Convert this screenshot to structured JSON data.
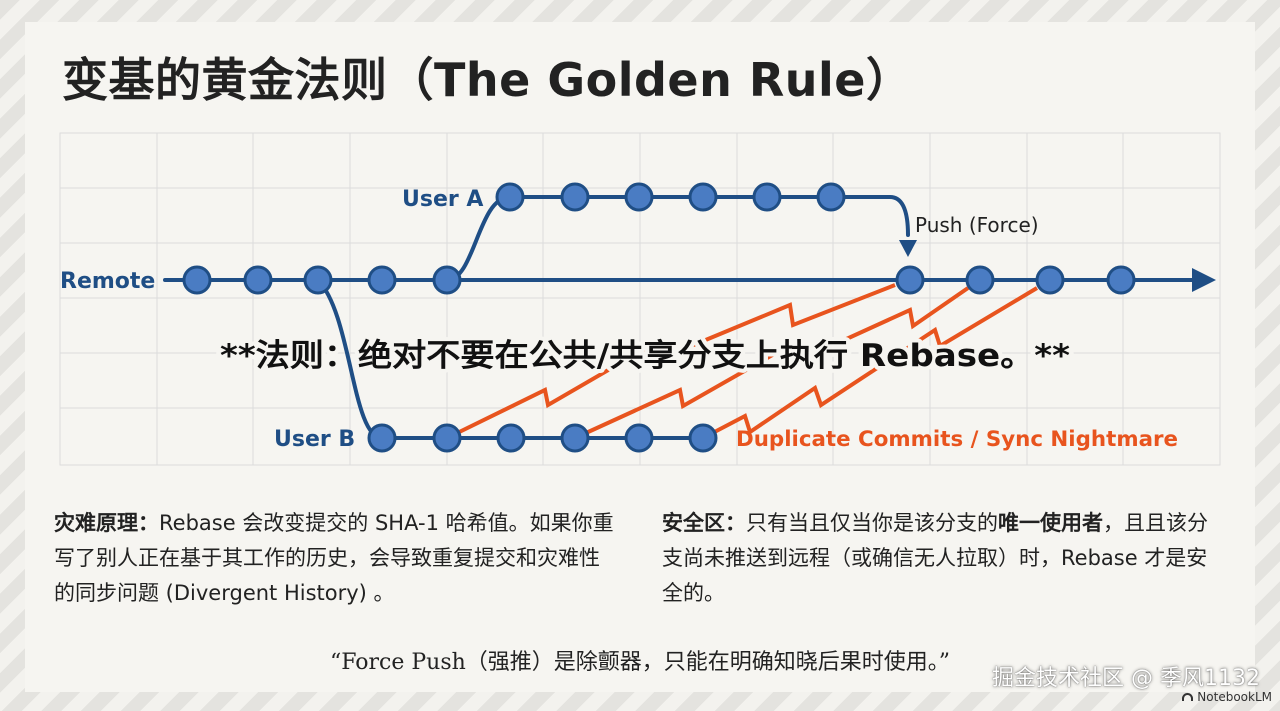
{
  "title": "变基的黄金法则（The Golden Rule）",
  "diagram": {
    "labels": {
      "remote": "Remote",
      "user_a": "User A",
      "user_b": "User B",
      "push_force": "Push (Force)",
      "rule": "**法则：绝对不要在公共/共享分支上执行 Rebase。**",
      "duplicate": "Duplicate Commits / Sync Nightmare"
    },
    "colors": {
      "branch": "#1f4e85",
      "node_fill": "#4a7cc3",
      "conflict": "#e8541e",
      "grid": "#dcdcdc"
    },
    "remote_commit_count": 9,
    "user_a_commit_count": 6,
    "user_b_commit_count": 6
  },
  "left_block": {
    "heading": "灾难原理：",
    "text": "Rebase 会改变提交的 SHA-1 哈希值。如果你重写了别人正在基于其工作的历史，会导致重复提交和灾难性的同步问题 (Divergent History) 。"
  },
  "right_block": {
    "heading": "安全区：",
    "text_before": "只有当且仅当你是该分支的",
    "emphasis": "唯一使用者",
    "text_after": "，且且该分支尚未推送到远程（或确信无人拉取）时，Rebase 才是安全的。"
  },
  "quote": "“Force Push（强推）是除颤器，只能在明确知晓后果时使用。”",
  "watermark": "掘金技术社区 @ 季风1132",
  "badge": "NotebookLM"
}
